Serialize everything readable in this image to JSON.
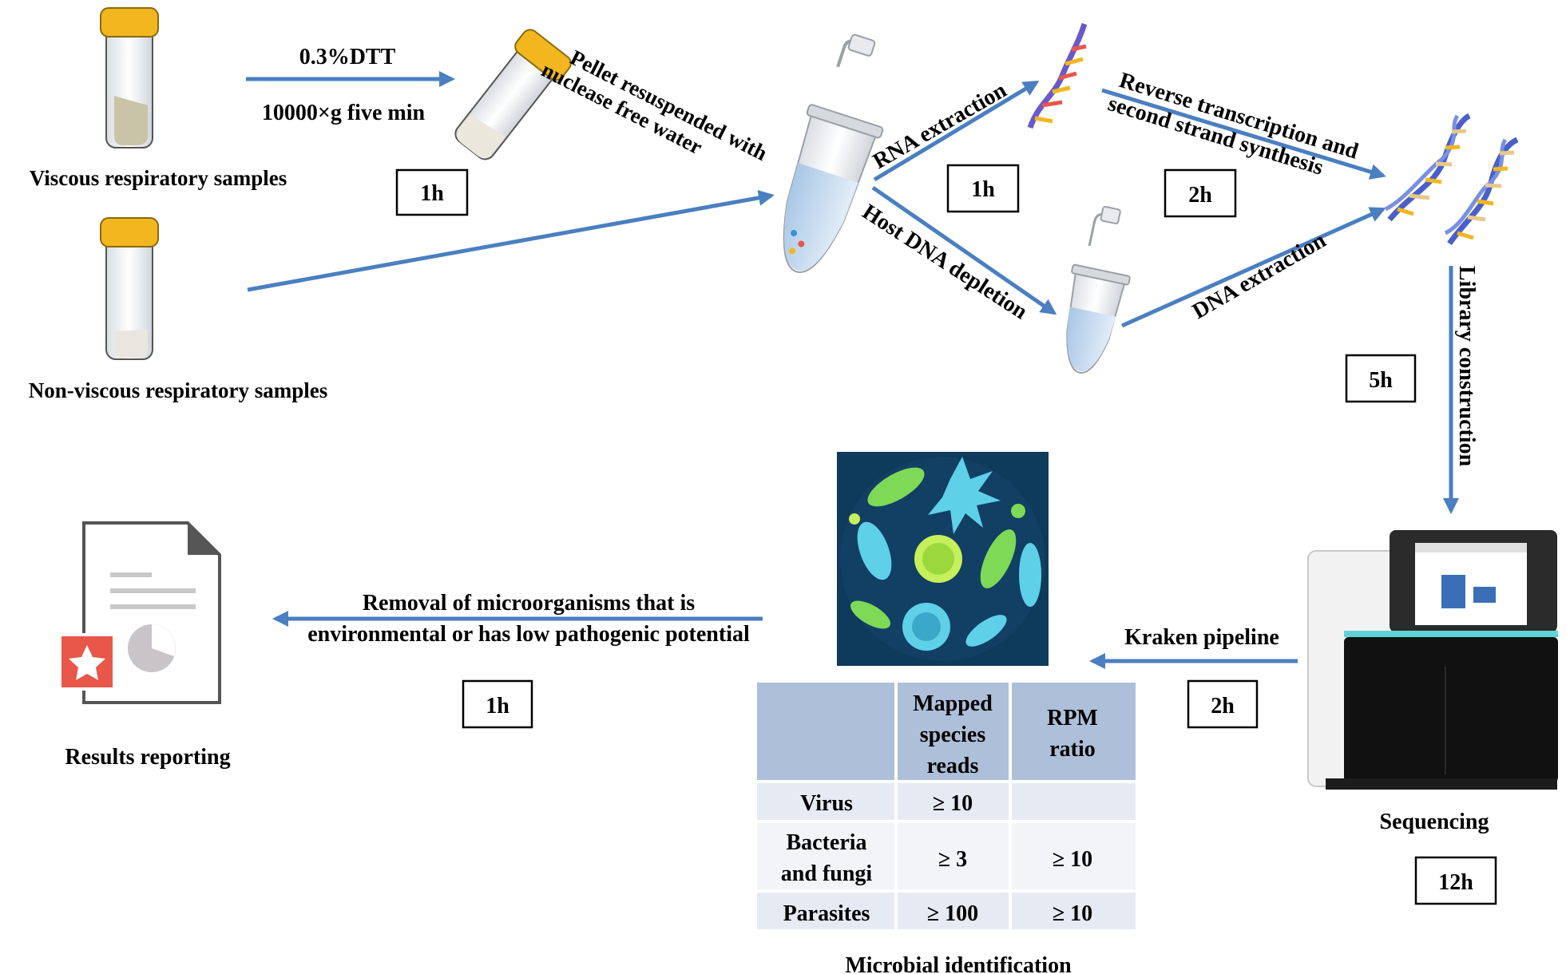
{
  "samples": {
    "viscous_label": "Viscous respiratory samples",
    "nonviscous_label": "Non-viscous respiratory samples"
  },
  "steps": {
    "dtt_label": "0.3%DTT",
    "centrifuge_label": "10000×g five min",
    "dtt_time": "1h",
    "pellet_line1": "Pellet resuspended with",
    "pellet_line2": "nuclease free water",
    "rna_extraction": "RNA extraction",
    "rna_time": "1h",
    "host_depletion": "Host DNA depletion",
    "rt_line1": "Reverse transcription and",
    "rt_line2": "second strand synthesis",
    "rt_time": "2h",
    "dna_extraction": "DNA extraction",
    "library": "Library construction",
    "library_time": "5h",
    "sequencing": "Sequencing",
    "sequencing_time": "12h",
    "kraken": "Kraken pipeline",
    "kraken_time": "2h",
    "removal_line1": "Removal of microorganisms that  is",
    "removal_line2": "environmental or has low pathogenic potential",
    "removal_time": "1h",
    "results": "Results reporting",
    "microbial": "Microbial identification"
  },
  "table": {
    "headers": [
      "",
      [
        "Mapped",
        "species",
        "reads"
      ],
      [
        "RPM",
        "ratio"
      ]
    ],
    "rows": [
      {
        "name": [
          "Virus"
        ],
        "mapped": "≥ 10",
        "rpm": ""
      },
      {
        "name": [
          "Bacteria",
          "and fungi"
        ],
        "mapped": "≥ 3",
        "rpm": "≥ 10"
      },
      {
        "name": [
          "Parasites"
        ],
        "mapped": "≥ 100",
        "rpm": "≥ 10"
      }
    ]
  },
  "colors": {
    "arrow": "#4a7fc1",
    "tube_cap": "#f2b71f",
    "table_header": "#aebfd9",
    "table_row": "#e6eaf2",
    "microbe_bg": "#0e3a5c",
    "report_star": "#e8574a"
  },
  "icons": [
    "sample-tube-icon",
    "centrifuge-tube-icon",
    "eppendorf-tube-icon",
    "rna-helix-icon",
    "dna-double-helix-icon",
    "sequencer-icon",
    "microbes-icon",
    "report-document-icon"
  ]
}
